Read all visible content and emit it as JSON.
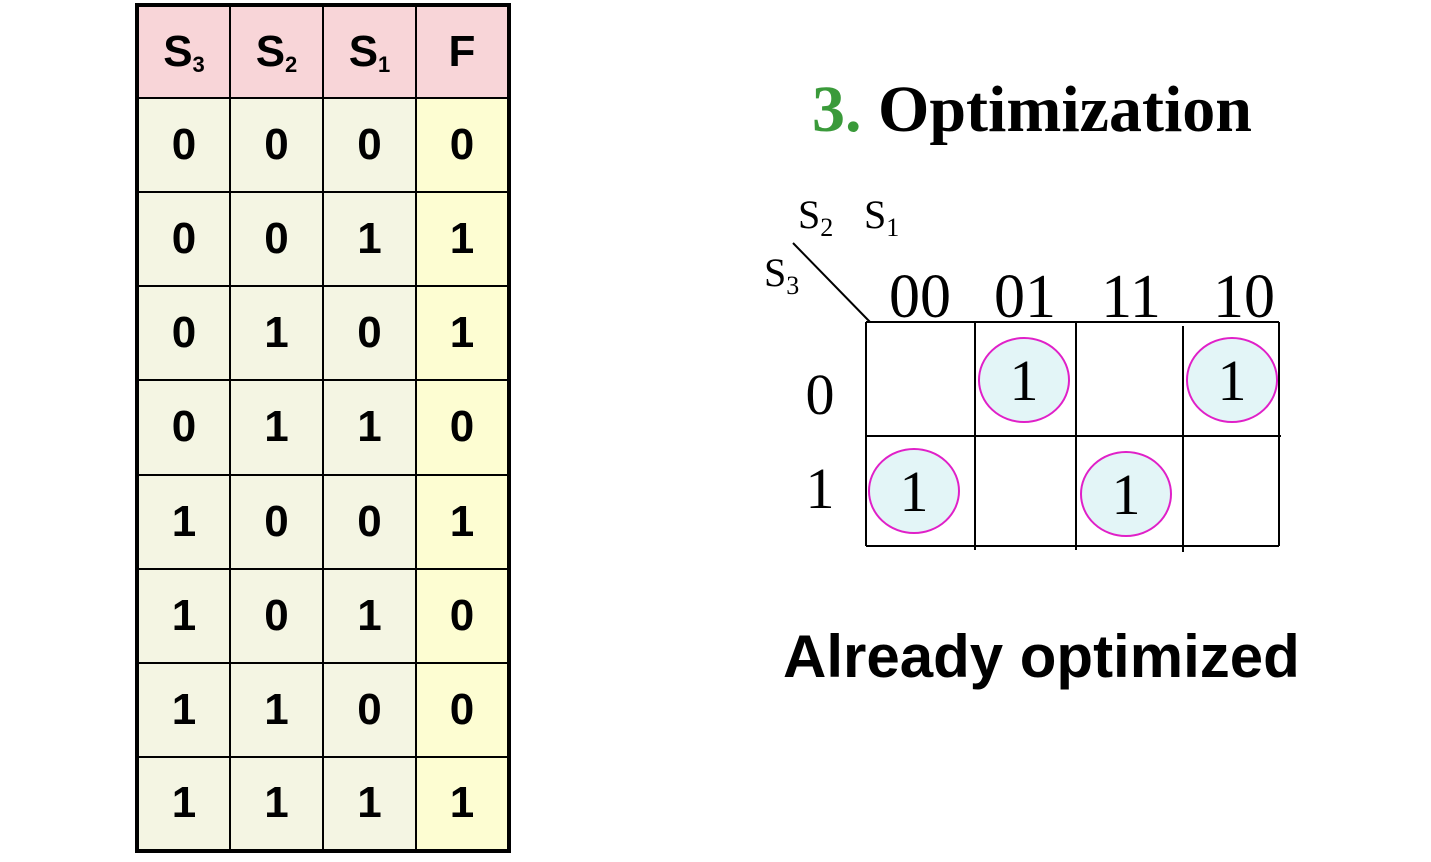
{
  "truth_table": {
    "headers": [
      {
        "base": "S",
        "sub": "3"
      },
      {
        "base": "S",
        "sub": "2"
      },
      {
        "base": "S",
        "sub": "1"
      },
      {
        "base": "F",
        "sub": ""
      }
    ],
    "rows": [
      [
        "0",
        "0",
        "0",
        "0"
      ],
      [
        "0",
        "0",
        "1",
        "1"
      ],
      [
        "0",
        "1",
        "0",
        "1"
      ],
      [
        "0",
        "1",
        "1",
        "0"
      ],
      [
        "1",
        "0",
        "0",
        "1"
      ],
      [
        "1",
        "0",
        "1",
        "0"
      ],
      [
        "1",
        "1",
        "0",
        "0"
      ],
      [
        "1",
        "1",
        "1",
        "1"
      ]
    ],
    "colors": {
      "header_bg": "#f8d5d8",
      "input_bg": "#f4f5e3",
      "output_bg": "#fdfdd2"
    }
  },
  "section": {
    "number": "3.",
    "title": "Optimization",
    "number_color": "#3a9a3a"
  },
  "kmap": {
    "col_var": {
      "a_base": "S",
      "a_sub": "2",
      "b_base": "S",
      "b_sub": "1"
    },
    "row_var": {
      "base": "S",
      "sub": "3"
    },
    "col_labels": [
      "00",
      "01",
      "11",
      "10"
    ],
    "row_labels": [
      "0",
      "1"
    ],
    "cells": [
      [
        "",
        "1",
        "",
        "1"
      ],
      [
        "1",
        "",
        "1",
        ""
      ]
    ],
    "circle_fill": "#e3f5f7",
    "circle_stroke": "#e020c8"
  },
  "result": "Already optimized"
}
